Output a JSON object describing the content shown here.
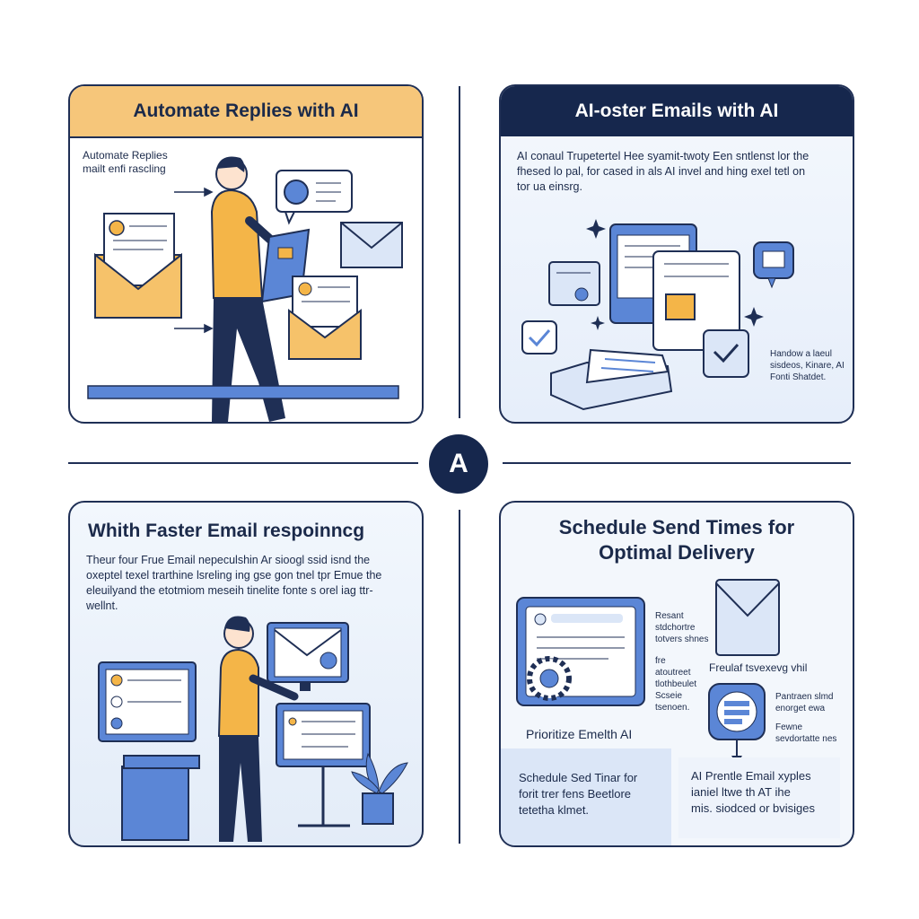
{
  "center_badge": "A",
  "panel1": {
    "title": "Automate Replies with AI",
    "caption_line1": "Automate Replies",
    "caption_line2": "mailt enfi rascling"
  },
  "panel2": {
    "title": "AI-oster Emails with AI",
    "body_line1": "AI conaul Trupetertel Hee syamit-twoty Een sntlenst lor the",
    "body_line2": "fhesed lo pal, for cased in als AI invel and hing exel tetl on",
    "body_line3": "tor ua einsrg.",
    "note_line1": "Handow a laeul",
    "note_line2": "sisdeos, Kinare, AI",
    "note_line3": "Fonti Shatdet."
  },
  "panel3": {
    "title": "Whith Faster Email respoinncg",
    "body_line1": "Theur four Frue Email nepeculshin Ar sioogl ssid isnd the",
    "body_line2": "oxeptel texel trarthine lsreling ing gse gon tnel tpr Emue the",
    "body_line3": "eleuilyand the etotmiom meseih tinelite fonte s orel iag ttr-",
    "body_line4": "wellnt."
  },
  "panel4": {
    "title_line1": "Schedule Send Times for",
    "title_line2": "Optimal Delivery",
    "side1_line1": "Resant",
    "side1_line2": "stdchortre",
    "side1_line3": "totvers shnes",
    "side2_line1": "fre",
    "side2_line2": "atoutreet",
    "side2_line3": "tlothbeulet",
    "side2_line4": "Scseie",
    "side2_line5": "tsenoen.",
    "envelope_caption": "Freulaf tsvexevg vhil",
    "right1_line1": "Pantraen slmd",
    "right1_line2": "enorget ewa",
    "right2_line1": "Fewne",
    "right2_line2": "sevdortatte nes",
    "prioritize_label": "Prioritize Emelth AI",
    "box_left_line1": "Schedule Sed Tinar for",
    "box_left_line2": "forit trer fens Beetlore",
    "box_left_line3": "tetetha klmet.",
    "box_right_line1": "AI Prentle Email xyples",
    "box_right_line2": "ianiel ltwe th AT ihe",
    "box_right_line3": "mis. siodced or bvisiges"
  },
  "colors": {
    "navy": "#16274d",
    "orange": "#f6c67a",
    "blue": "#5b86d6",
    "light_blue": "#dbe6f7"
  }
}
